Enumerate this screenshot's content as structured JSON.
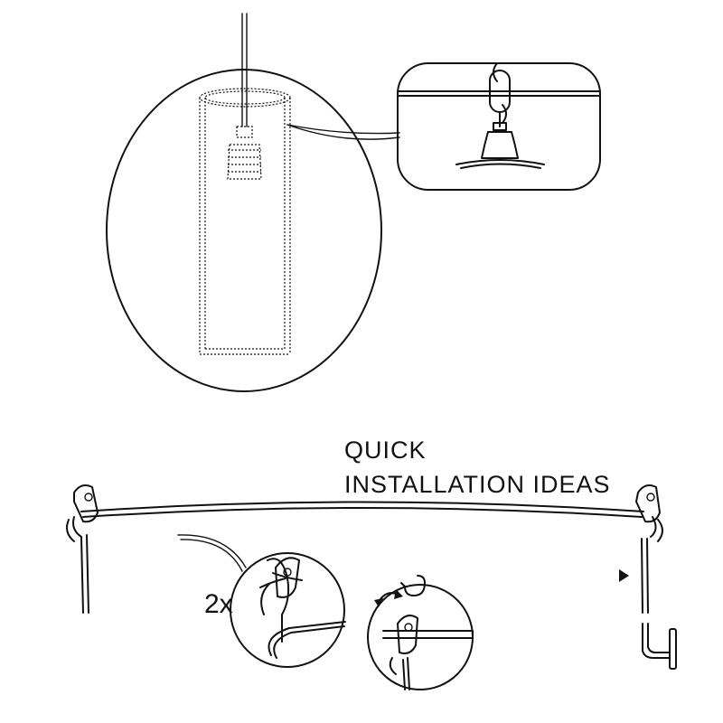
{
  "heading": {
    "line1": "QUICK",
    "line2": "INSTALLATION IDEAS"
  },
  "multiplier_label": "2x",
  "icons": {
    "rotate_arrow": "curved-arrow-icon",
    "direction_arrow": "triangle-arrow-icon"
  },
  "colors": {
    "ink": "#111111",
    "background": "#ffffff"
  }
}
